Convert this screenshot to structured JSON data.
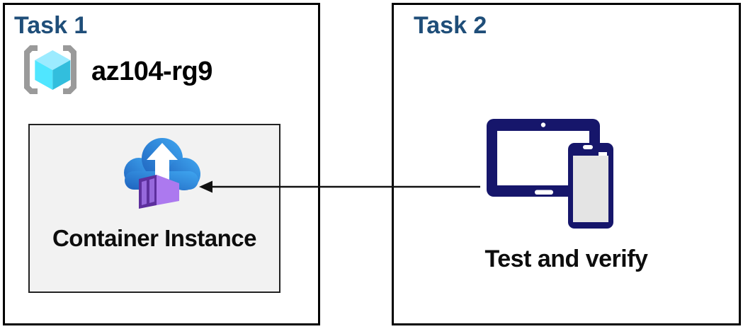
{
  "diagram": {
    "task1": {
      "title": "Task 1",
      "resource_group_name": "az104-rg9",
      "container_box_label": "Container Instance"
    },
    "task2": {
      "title": "Task 2",
      "caption": "Test and verify"
    },
    "connector": {
      "type": "arrow",
      "direction": "right-to-left",
      "from": "devices-icon",
      "to": "container-instance-icon"
    },
    "colors": {
      "task_title_blue": "#1F4E79",
      "box_border_black": "#000000",
      "panel_gray": "#F2F2F2",
      "devices_navy": "#16166B",
      "cloud_blue_light": "#3FA6F0",
      "cloud_blue_dark": "#1F63BE",
      "container_purple_front": "#5D2F9D",
      "container_purple_side": "#AC79EF",
      "container_purple_panel": "#9668DC",
      "cube_cyan_top": "#9CEBFF",
      "cube_cyan_left": "#50E6FF",
      "cube_cyan_right": "#32BEDD",
      "bracket_gray": "#9A9A9A"
    }
  }
}
